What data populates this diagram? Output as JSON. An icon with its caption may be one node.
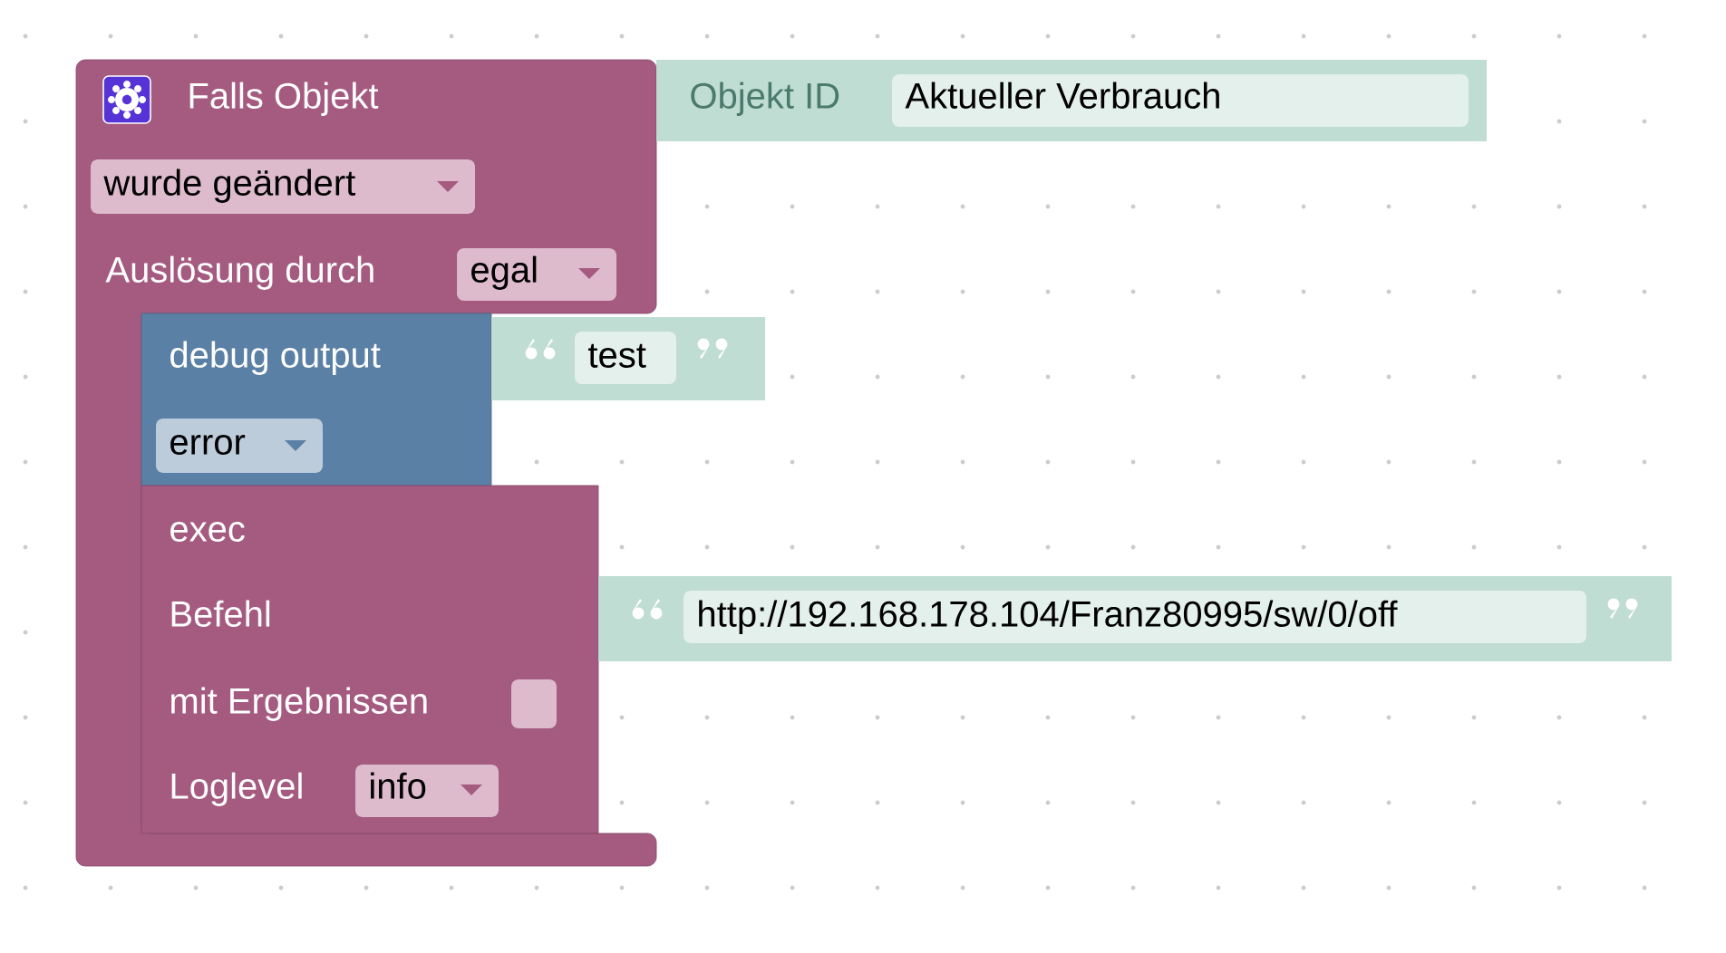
{
  "diagram": {
    "nodes": [
      {
        "text": [
          "Falls Objekt",
          "Auslösung durch"
        ]
      },
      {
        "text": [
          "wurde geändert"
        ],
        "in": 0
      },
      {
        "text": [
          "egal"
        ],
        "in": 0
      },
      {
        "text": [
          "Objekt ID"
        ]
      },
      {
        "text": [
          "Aktueller Verbrauch"
        ],
        "in": 3
      },
      {
        "text": [
          "debug output"
        ],
        "in": 0
      },
      {
        "text": [
          "error"
        ],
        "in": 5
      },
      {
        "text": [
          "test"
        ]
      },
      {
        "text": [
          "exec",
          "Befehl",
          "mit Ergebnissen",
          "Loglevel"
        ],
        "in": 0
      },
      {
        "text": [
          "http://192.168.178.104/Franz80995/sw/0/off"
        ]
      },
      {
        "text": [],
        "shape": "box",
        "in": 8
      },
      {
        "text": [
          "info"
        ],
        "in": 8
      }
    ]
  }
}
